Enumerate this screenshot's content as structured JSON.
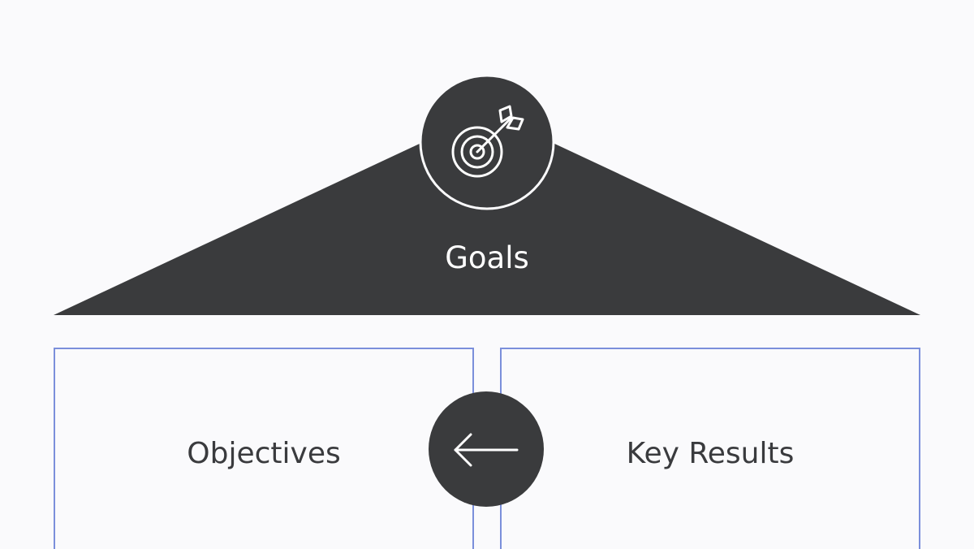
{
  "colors": {
    "background": "#fafafc",
    "dark_fill": "#3a3b3d",
    "panel_border": "#7b8fdb",
    "label_text": "#3a3b3e",
    "icon_stroke": "#ffffff"
  },
  "roof": {
    "label": "Goals",
    "icon": "target-with-arrow-icon"
  },
  "panels": {
    "left_label": "Objectives",
    "right_label": "Key Results"
  },
  "connector": {
    "icon": "arrow-left-icon"
  }
}
